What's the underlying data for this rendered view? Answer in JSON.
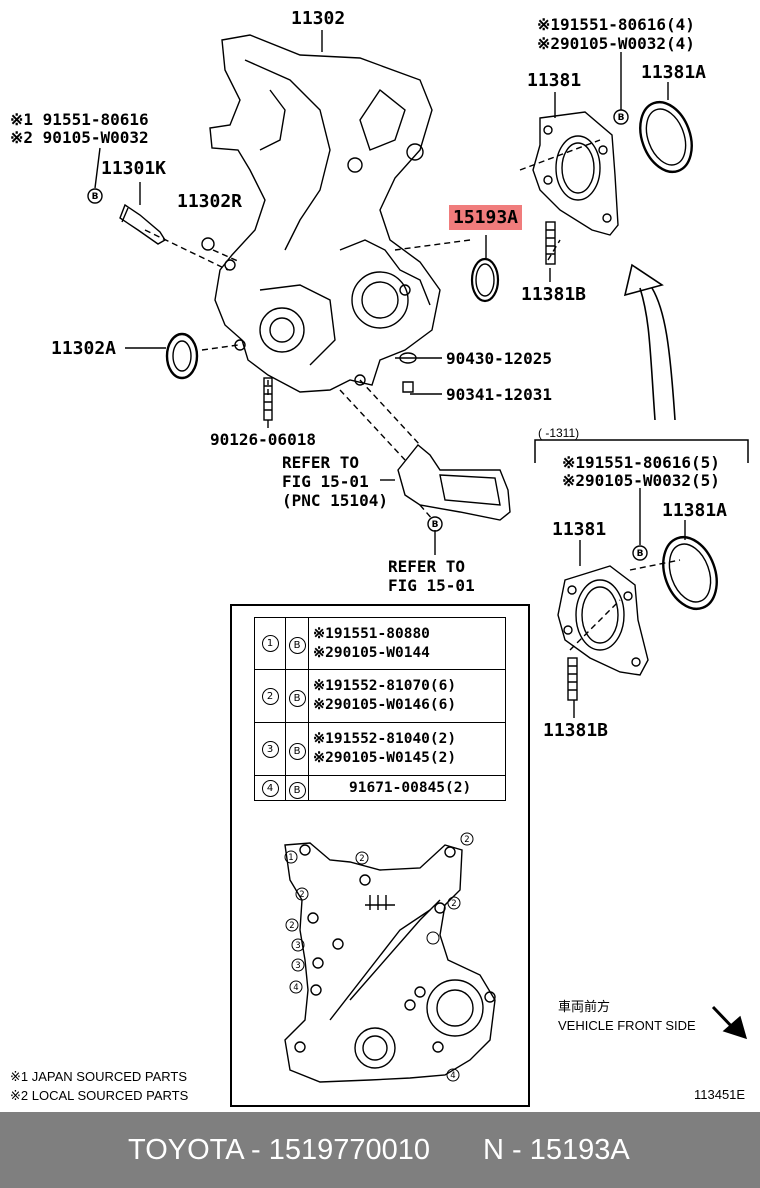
{
  "labels": {
    "p11302": "11302",
    "note1_top": "※191551-80616(4)",
    "note2_top": "※290105-W0032(4)",
    "p11381_top": "11381",
    "p11381A_top": "11381A",
    "note1_left": "※1 91551-80616",
    "note2_left": "※2 90105-W0032",
    "p11301K": "11301K",
    "p11302R": "11302R",
    "p15193A": "15193A",
    "p11381B_top": "11381B",
    "p11302A": "11302A",
    "p90430": "90430-12025",
    "p90341": "90341-12031",
    "p90126": "90126-06018",
    "refer1_a": "REFER TO",
    "refer1_b": "FIG 15-01",
    "refer1_c": "(PNC 15104)",
    "refer2_a": "REFER TO",
    "refer2_b": "FIG 15-01",
    "bracket_note": "(      -1311)",
    "note1_right": "※191551-80616(5)",
    "note2_right": "※290105-W0032(5)",
    "p11381_right": "11381",
    "p11381A_right": "11381A",
    "p11381B_right": "11381B",
    "vehicle_jp": "車両前方",
    "vehicle_en": "VEHICLE FRONT SIDE",
    "japan_parts": "※1 JAPAN SOURCED PARTS",
    "local_parts": "※2 LOCAL SOURCED PARTS",
    "fig_no": "113451E",
    "b_marker": "B"
  },
  "legend_table": [
    {
      "num": "1",
      "line1": "※191551-80880",
      "line2": "※290105-W0144"
    },
    {
      "num": "2",
      "line1": "※191552-81070(6)",
      "line2": "※290105-W0146(6)"
    },
    {
      "num": "3",
      "line1": "※191552-81040(2)",
      "line2": "※290105-W0145(2)"
    },
    {
      "num": "4",
      "line1": "91671-00845(2)",
      "line2": ""
    }
  ],
  "callout_numbers": [
    "1",
    "2",
    "2",
    "2",
    "2",
    "2",
    "3",
    "3",
    "4",
    "4"
  ],
  "footer": {
    "brand": "TOYOTA - 1519770010",
    "part": "N - 15193A",
    "background": "#7f7f7f"
  },
  "colors": {
    "highlight": "#f07c7c"
  }
}
